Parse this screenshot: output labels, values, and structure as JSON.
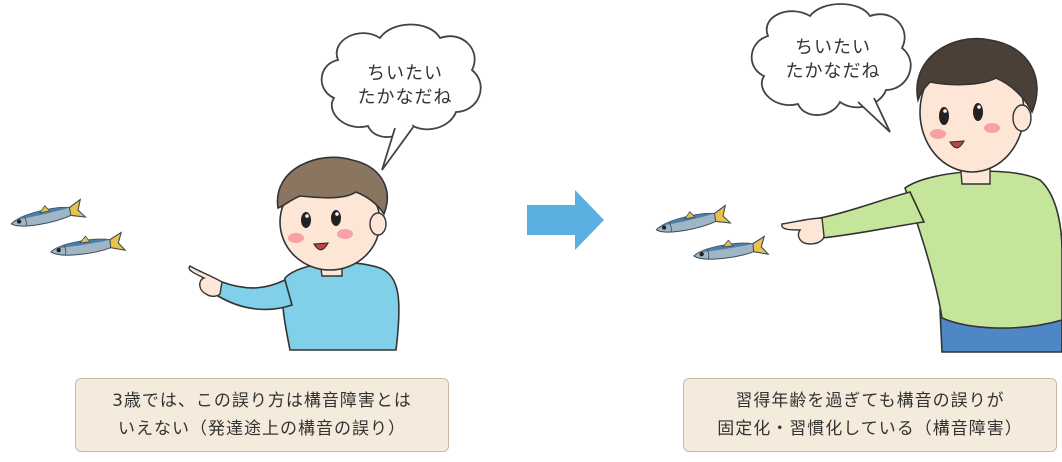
{
  "left_scene": {
    "speech": {
      "line1": "ちいたい",
      "line2": "たかなだね"
    },
    "caption": {
      "line1": "3歳では、この誤り方は構音障害とは",
      "line2": "いえない（発達途上の構音の誤り）"
    }
  },
  "right_scene": {
    "speech": {
      "line1": "ちいたい",
      "line2": "たかなだね"
    },
    "caption": {
      "line1": "習得年齢を過ぎても構音の誤りが",
      "line2": "固定化・習慣化している（構音障害）"
    }
  },
  "colors": {
    "arrow": "#5aaee0",
    "caption_bg": "#f5ebdc",
    "left_shirt": "#7fd0e8",
    "right_shirt": "#c5e59a",
    "hair": "#8a7560",
    "hair_dark": "#4a4038",
    "skin": "#fde6d5",
    "cheek": "#f7a1a6",
    "jeans": "#4f86c6",
    "fish_body": "#9fb6c6",
    "fish_back": "#4b7fa6",
    "fish_fin": "#e8c24a"
  },
  "icons": [
    "sardine-icon",
    "speech-bubble-icon",
    "right-arrow-icon"
  ]
}
